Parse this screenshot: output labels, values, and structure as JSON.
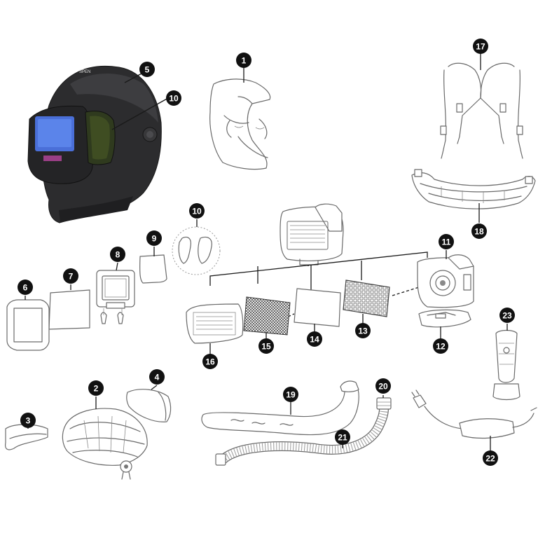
{
  "helmet_brand_text": "SPEN",
  "callouts": [
    {
      "id": "callout-5",
      "label": "5"
    },
    {
      "id": "callout-10a",
      "label": "10"
    },
    {
      "id": "callout-1",
      "label": "1"
    },
    {
      "id": "callout-17",
      "label": "17"
    },
    {
      "id": "callout-18",
      "label": "18"
    },
    {
      "id": "callout-10b",
      "label": "10"
    },
    {
      "id": "callout-9",
      "label": "9"
    },
    {
      "id": "callout-8",
      "label": "8"
    },
    {
      "id": "callout-7",
      "label": "7"
    },
    {
      "id": "callout-6",
      "label": "6"
    },
    {
      "id": "callout-11",
      "label": "11"
    },
    {
      "id": "callout-12",
      "label": "12"
    },
    {
      "id": "callout-16",
      "label": "16"
    },
    {
      "id": "callout-15",
      "label": "15"
    },
    {
      "id": "callout-14",
      "label": "14"
    },
    {
      "id": "callout-13",
      "label": "13"
    },
    {
      "id": "callout-23",
      "label": "23"
    },
    {
      "id": "callout-2",
      "label": "2"
    },
    {
      "id": "callout-4",
      "label": "4"
    },
    {
      "id": "callout-3",
      "label": "3"
    },
    {
      "id": "callout-19",
      "label": "19"
    },
    {
      "id": "callout-20",
      "label": "20"
    },
    {
      "id": "callout-21",
      "label": "21"
    },
    {
      "id": "callout-22",
      "label": "22"
    }
  ]
}
